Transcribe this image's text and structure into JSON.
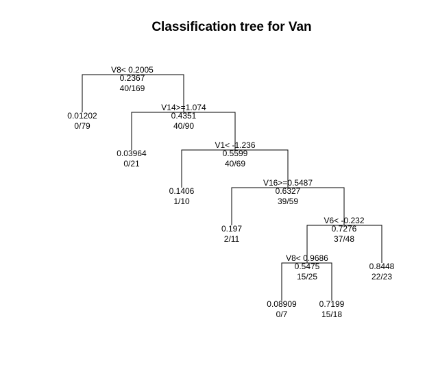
{
  "title": "Classification tree for Van",
  "nodes": [
    {
      "id": "root",
      "split": "V8< 0.2005",
      "prob": "0.2367",
      "count": "40/169"
    },
    {
      "id": "n1",
      "prob": "0.01202",
      "count": "0/79"
    },
    {
      "id": "n2",
      "split": "V14>=1.074",
      "prob": "0.4351",
      "count": "40/90"
    },
    {
      "id": "n3",
      "prob": "0.03964",
      "count": "0/21"
    },
    {
      "id": "n4",
      "split": "V1< -1.236",
      "prob": "0.5599",
      "count": "40/69"
    },
    {
      "id": "n5",
      "prob": "0.1406",
      "count": "1/10"
    },
    {
      "id": "n6",
      "split": "V16>=0.5487",
      "prob": "0.6327",
      "count": "39/59"
    },
    {
      "id": "n7",
      "prob": "0.197",
      "count": "2/11"
    },
    {
      "id": "n8",
      "split": "V6< -0.232",
      "prob": "0.7276",
      "count": "37/48"
    },
    {
      "id": "n9",
      "split": "V8< 0.9686",
      "prob": "0.5475",
      "count": "15/25"
    },
    {
      "id": "n10",
      "prob": "0.8448",
      "count": "22/23"
    },
    {
      "id": "n11",
      "prob": "0.08909",
      "count": "0/7"
    },
    {
      "id": "n12",
      "prob": "0.7199",
      "count": "15/18"
    }
  ]
}
